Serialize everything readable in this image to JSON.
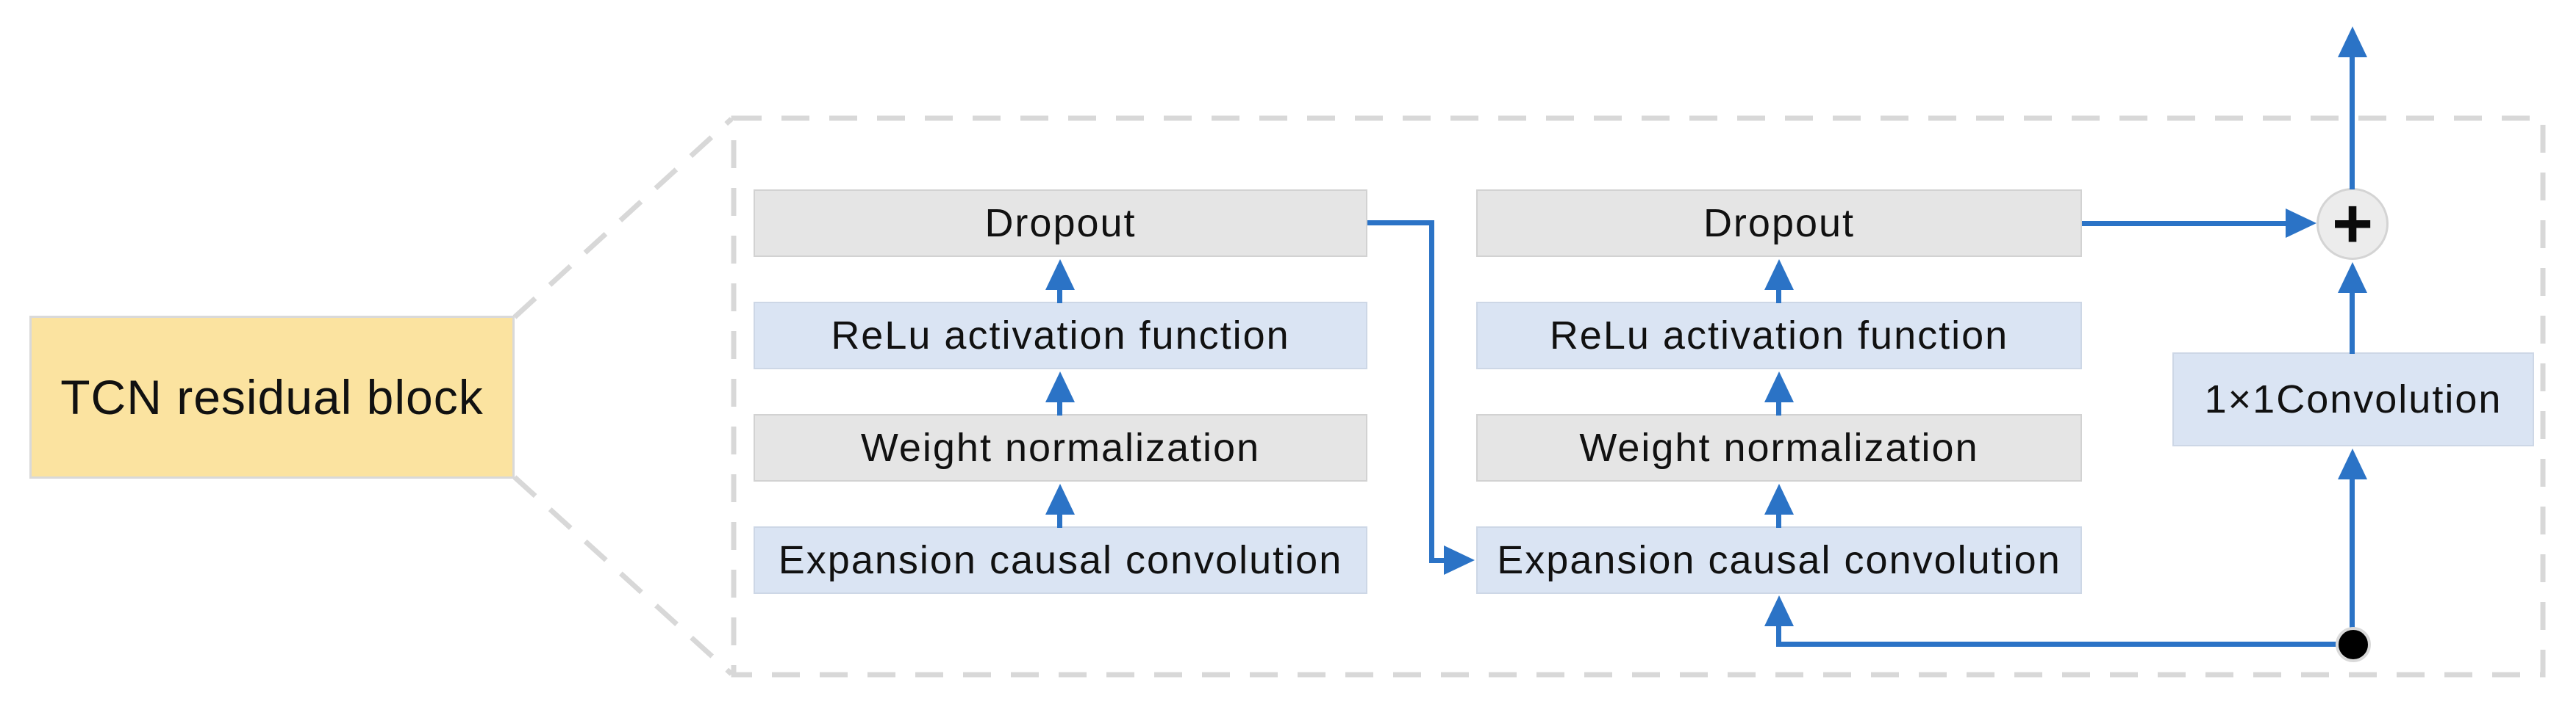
{
  "label_box": {
    "text": "TCN residual block"
  },
  "stacks": [
    {
      "name": "left-branch",
      "boxes": [
        {
          "label": "Dropout",
          "variant": "gray"
        },
        {
          "label": "ReLu activation function",
          "variant": "blue"
        },
        {
          "label": "Weight normalization",
          "variant": "gray"
        },
        {
          "label": "Expansion causal convolution",
          "variant": "blue"
        }
      ]
    },
    {
      "name": "right-branch",
      "boxes": [
        {
          "label": "Dropout",
          "variant": "gray"
        },
        {
          "label": "ReLu activation function",
          "variant": "blue"
        },
        {
          "label": "Weight normalization",
          "variant": "gray"
        },
        {
          "label": "Expansion causal convolution",
          "variant": "blue"
        }
      ]
    }
  ],
  "shortcut": {
    "conv_label": "1×1Convolution"
  },
  "sum_node": {
    "symbol": "+"
  },
  "colors": {
    "arrow": "#2B73C6",
    "gray_box": "#E5E5E5",
    "blue_box": "#DAE4F3",
    "yellow_box": "#FBE3A0",
    "dashed_outline": "#D8D8D8"
  }
}
